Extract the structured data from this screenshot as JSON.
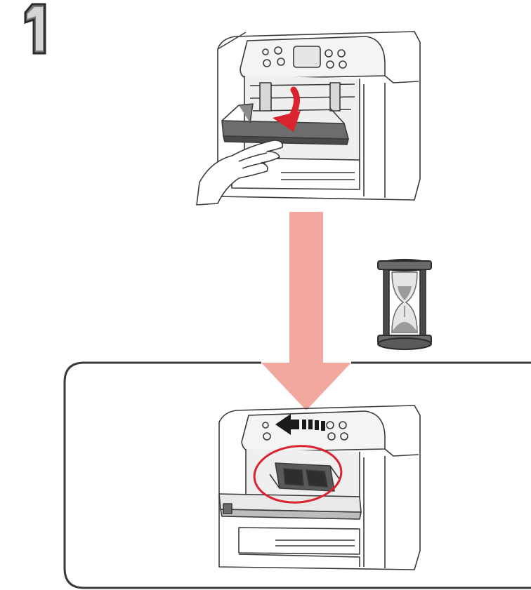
{
  "step": {
    "number": "1"
  },
  "colors": {
    "arrow_red": "#d9232e",
    "progress_arrow": "#f1a99f",
    "outline": "#3a3a3a",
    "hourglass_dark": "#4a4a4a",
    "hourglass_glass": "#c9c9c9",
    "circle_highlight": "#d9232e",
    "ink_bars": "#1a1a1a"
  },
  "icons": {
    "step_number": "numeral-one-outline",
    "top_scene": "printer-open-front-cover",
    "down_arrow": "large-down-arrow",
    "wait": "hourglass-icon",
    "bottom_scene": "printer-print-head-holder-moving",
    "direction": "left-arrow-icon",
    "highlight": "red-ellipse-highlight"
  }
}
